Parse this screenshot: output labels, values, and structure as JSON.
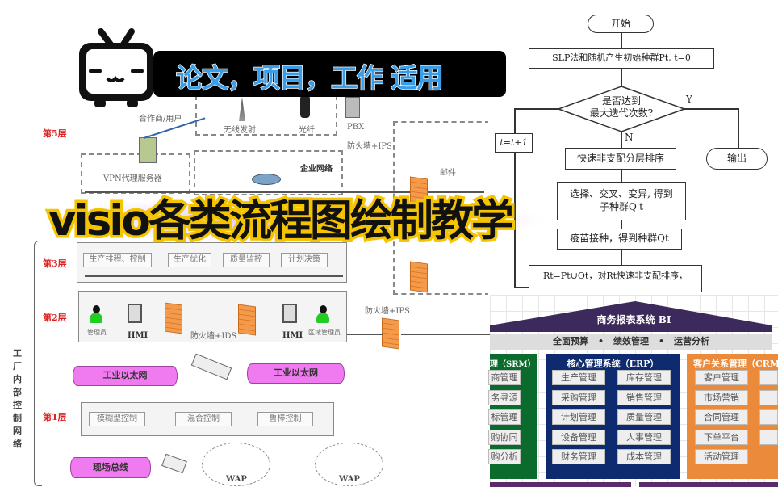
{
  "banner": {
    "subtitle": "论文，项目，工作 适用",
    "title": "visio各类流程图绘制教学"
  },
  "network_diagram": {
    "layers": [
      "第5层",
      "第3层",
      "第2层",
      "第1层"
    ],
    "side_label": "工厂内部控制网络",
    "layer5": {
      "partner": "合作商/用户",
      "devices": [
        "无线发射",
        "光纤",
        "PBX"
      ],
      "vpn": "VPN代理服务器",
      "enterprise": "企业网络",
      "firewall_ips": "防火墙+IPS",
      "mail": "邮件"
    },
    "layer3_items": [
      "生产排程、控制",
      "生产优化",
      "质量监控",
      "计划决策"
    ],
    "layer2": {
      "admin": "管理员",
      "hmi": "HMI",
      "firewall_ids": "防火墙+IDS",
      "area_admin": "区域管理员",
      "firewall_ips": "防火墙+IPS"
    },
    "ethernet": "工业以太网",
    "layer1_items": [
      "模糊型控制",
      "混合控制",
      "鲁棒控制"
    ],
    "fieldbus": "现场总线",
    "wap": "WAP"
  },
  "flowchart": {
    "start": "开始",
    "init": "SLP法和随机产生初始种群Pt, t=0",
    "decision_1": "是否达到",
    "decision_2": "最大迭代次数?",
    "yes": "Y",
    "no": "N",
    "increment": "t=t+1",
    "output": "输出",
    "sort": "快速非支配分层排序",
    "select_1": "选择、交叉、变异, 得到",
    "select_2": "子种群Q't",
    "vaccine": "疫苗接种，得到种群Qt",
    "merge": "Rt=Pt∪Qt，对Rt快速非支配排序，"
  },
  "bi": {
    "title": "商务报表系统 BI",
    "bar": [
      "全面预算",
      "•",
      "绩效管理",
      "•",
      "运营分析"
    ],
    "srm": {
      "title": "理（SRM）",
      "items": [
        "商管理",
        "务寻源",
        "标管理",
        "购协同",
        "购分析"
      ]
    },
    "erp": {
      "title": "核心管理系统（ERP）",
      "items": [
        "生产管理",
        "库存管理",
        "采购管理",
        "销售管理",
        "计划管理",
        "质量管理",
        "设备管理",
        "人事管理",
        "财务管理",
        "成本管理"
      ]
    },
    "crm": {
      "title": "客户关系管理（CRM",
      "items": [
        "客户管理",
        "市场营销",
        "合同管理",
        "下单平台",
        "活动管理"
      ]
    },
    "colors": {
      "roof": "#3d2a5c",
      "srm": "#0b6b2c",
      "erp": "#0d2b6e",
      "crm": "#ec8a3c"
    }
  }
}
